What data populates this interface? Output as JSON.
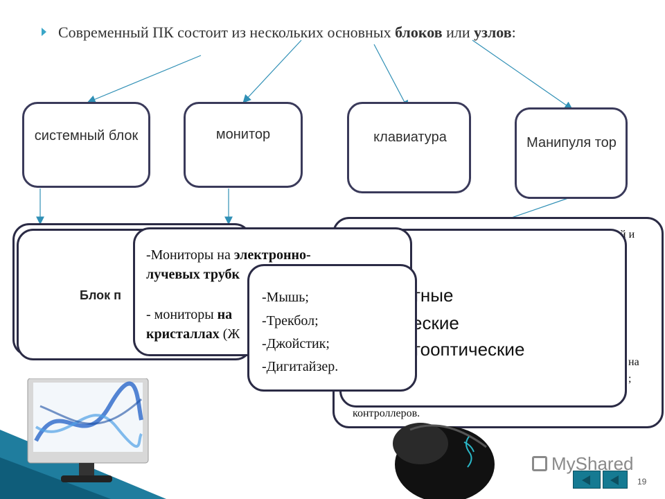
{
  "headline": {
    "prefix": "Современный ПК состоит из нескольких основных ",
    "bold1": "блоков",
    "mid": " или ",
    "bold2": "узлов",
    "suffix": ":"
  },
  "blocks": {
    "system_unit": "системный блок",
    "monitor": "монитор",
    "keyboard": "клавиатура",
    "manipulator": "Манипуля тор"
  },
  "system_panel": {
    "label": "Блок п"
  },
  "monitor_panel": {
    "l1_prefix": "-Мониторы на ",
    "l1_bold": "электронно-",
    "l2_bold": "лучевых трубк",
    "l3_prefix": "- мониторы ",
    "l3_bold": "на",
    "l4_bold": "кристаллах",
    "l4_rest": " (Ж"
  },
  "keyboard_panel": {
    "frag_top": "й и",
    "frag_na": "на",
    "frag_semi": ";",
    "frag_bottom": "контроллеров.",
    "line1": "тные",
    "line2": "еские",
    "line3": "тооптические"
  },
  "manipulator_panel": {
    "items": [
      "-Мышь;",
      "-Трекбол;",
      "-Джойстик;",
      "-Дигитайзер."
    ]
  },
  "watermark": "MyShared",
  "page_number": "19"
}
